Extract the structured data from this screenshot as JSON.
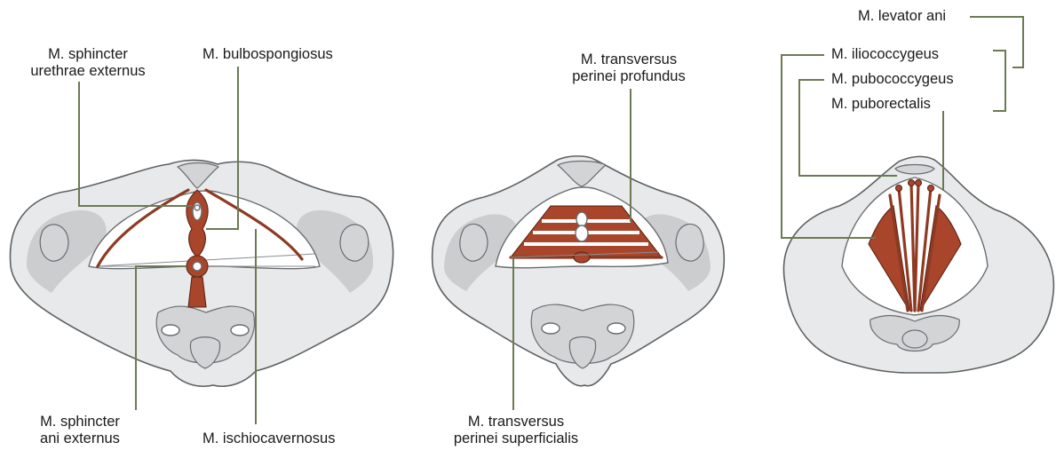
{
  "labels": {
    "sphincter_urethrae": [
      "M. sphincter",
      "urethrae externus"
    ],
    "bulbospongiosus": "M. bulbospongiosus",
    "sphincter_ani": [
      "M. sphincter",
      "ani externus"
    ],
    "ischiocavernosus": "M. ischiocavernosus",
    "transversus_profundus": [
      "M. transversus",
      "perinei profundus"
    ],
    "transversus_superficialis": [
      "M. transversus",
      "perinei superficialis"
    ],
    "levator_ani": "M. levator ani",
    "iliococcygeus": "M. iliococcygeus",
    "pubococcygeus": "M. pubococcygeus",
    "puborectalis": "M. puborectalis"
  },
  "colors": {
    "muscle": "#a8452b",
    "bone": "#e8e9ea",
    "leader_line": "#6b7a54"
  }
}
